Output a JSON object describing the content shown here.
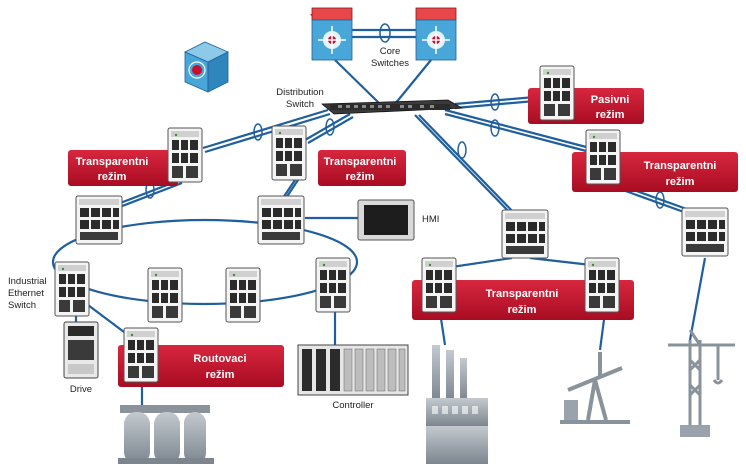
{
  "labels": {
    "core_switches_line1": "Core",
    "core_switches_line2": "Switches",
    "distribution_line1": "Distribution",
    "distribution_line2": "Switch",
    "industrial_line1": "Industrial",
    "industrial_line2": "Ethernet",
    "industrial_line3": "Switch",
    "hmi": "HMI",
    "drive": "Drive",
    "controller": "Controller"
  },
  "modes": {
    "pasivni_1": "Pasivni",
    "pasivni_2": "režim",
    "transparent_1": "Transparentni",
    "transparent_2": "režim",
    "routing_1": "Routovaci",
    "routing_2": "režim"
  },
  "colors": {
    "link": "#1f5f9e",
    "mode_box": "#c8102e",
    "switch_body": "#f2f2f2",
    "switch_dark": "#2b2b2b",
    "core_top": "#e23a3a",
    "core_body": "#49a6d8",
    "factory": "#9aa3ab"
  }
}
